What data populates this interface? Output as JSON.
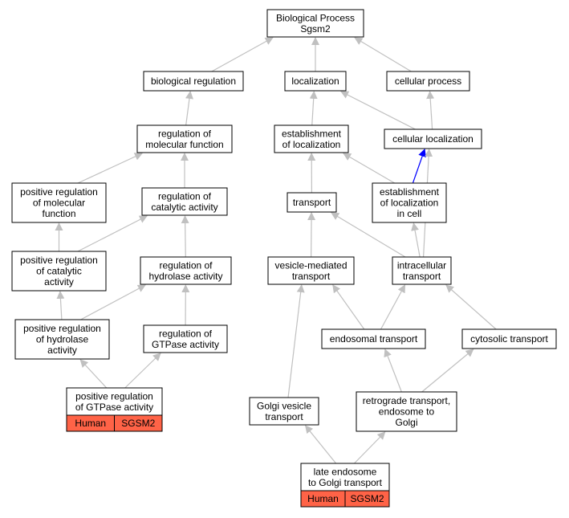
{
  "title": "",
  "colors": {
    "edge_default": "#c0c0c0",
    "edge_highlight": "#0000ff",
    "annotation_fill": "#ff6347"
  },
  "nodes": {
    "bp": {
      "lines": [
        "Biological Process",
        "Sgsm2"
      ]
    },
    "bioreg": {
      "lines": [
        "biological regulation"
      ]
    },
    "loc": {
      "lines": [
        "localization"
      ]
    },
    "cellproc": {
      "lines": [
        "cellular process"
      ]
    },
    "regmol": {
      "lines": [
        "regulation of",
        "molecular function"
      ]
    },
    "estloc": {
      "lines": [
        "establishment",
        "of localization"
      ]
    },
    "cellloc": {
      "lines": [
        "cellular localization"
      ]
    },
    "posregmol": {
      "lines": [
        "positive regulation",
        "of molecular",
        "function"
      ]
    },
    "regcat": {
      "lines": [
        "regulation of",
        "catalytic activity"
      ]
    },
    "transport": {
      "lines": [
        "transport"
      ]
    },
    "estlocincell": {
      "lines": [
        "establishment",
        "of localization",
        "in cell"
      ]
    },
    "posregcat": {
      "lines": [
        "positive regulation",
        "of catalytic",
        "activity"
      ]
    },
    "reghyd": {
      "lines": [
        "regulation of",
        "hydrolase activity"
      ]
    },
    "vesmed": {
      "lines": [
        "vesicle-mediated",
        "transport"
      ]
    },
    "intracell": {
      "lines": [
        "intracellular",
        "transport"
      ]
    },
    "posreghyd": {
      "lines": [
        "positive regulation",
        "of hydrolase",
        "activity"
      ]
    },
    "reggtp": {
      "lines": [
        "regulation of",
        "GTPase activity"
      ]
    },
    "endo": {
      "lines": [
        "endosomal transport"
      ]
    },
    "cyto": {
      "lines": [
        "cytosolic transport"
      ]
    },
    "posreggtp": {
      "lines": [
        "positive regulation",
        "of GTPase activity"
      ],
      "annotation": [
        "Human",
        "SGSM2"
      ]
    },
    "golgives": {
      "lines": [
        "Golgi vesicle",
        "transport"
      ]
    },
    "retro": {
      "lines": [
        "retrograde transport,",
        "endosome to",
        "Golgi"
      ]
    },
    "lateendo": {
      "lines": [
        "late endosome",
        "to Golgi transport"
      ],
      "annotation": [
        "Human",
        "SGSM2"
      ]
    }
  },
  "edges": [
    {
      "from": "bioreg",
      "to": "bp"
    },
    {
      "from": "loc",
      "to": "bp"
    },
    {
      "from": "cellproc",
      "to": "bp"
    },
    {
      "from": "regmol",
      "to": "bioreg"
    },
    {
      "from": "estloc",
      "to": "loc"
    },
    {
      "from": "cellloc",
      "to": "loc"
    },
    {
      "from": "cellloc",
      "to": "cellproc"
    },
    {
      "from": "posregmol",
      "to": "regmol"
    },
    {
      "from": "regcat",
      "to": "regmol"
    },
    {
      "from": "transport",
      "to": "estloc"
    },
    {
      "from": "estlocincell",
      "to": "estloc"
    },
    {
      "from": "estlocincell",
      "to": "cellloc",
      "highlight": true
    },
    {
      "from": "posregcat",
      "to": "posregmol"
    },
    {
      "from": "posregcat",
      "to": "regcat"
    },
    {
      "from": "reghyd",
      "to": "regcat"
    },
    {
      "from": "vesmed",
      "to": "transport"
    },
    {
      "from": "intracell",
      "to": "transport"
    },
    {
      "from": "intracell",
      "to": "estlocincell"
    },
    {
      "from": "intracell",
      "to": "cellloc"
    },
    {
      "from": "posreghyd",
      "to": "posregcat"
    },
    {
      "from": "posreghyd",
      "to": "reghyd"
    },
    {
      "from": "reggtp",
      "to": "reghyd"
    },
    {
      "from": "endo",
      "to": "vesmed"
    },
    {
      "from": "endo",
      "to": "intracell"
    },
    {
      "from": "cyto",
      "to": "intracell"
    },
    {
      "from": "posreggtp",
      "to": "posreghyd"
    },
    {
      "from": "posreggtp",
      "to": "reggtp"
    },
    {
      "from": "golgives",
      "to": "vesmed"
    },
    {
      "from": "retro",
      "to": "endo"
    },
    {
      "from": "retro",
      "to": "cyto"
    },
    {
      "from": "lateendo",
      "to": "golgives"
    },
    {
      "from": "lateendo",
      "to": "retro"
    }
  ]
}
